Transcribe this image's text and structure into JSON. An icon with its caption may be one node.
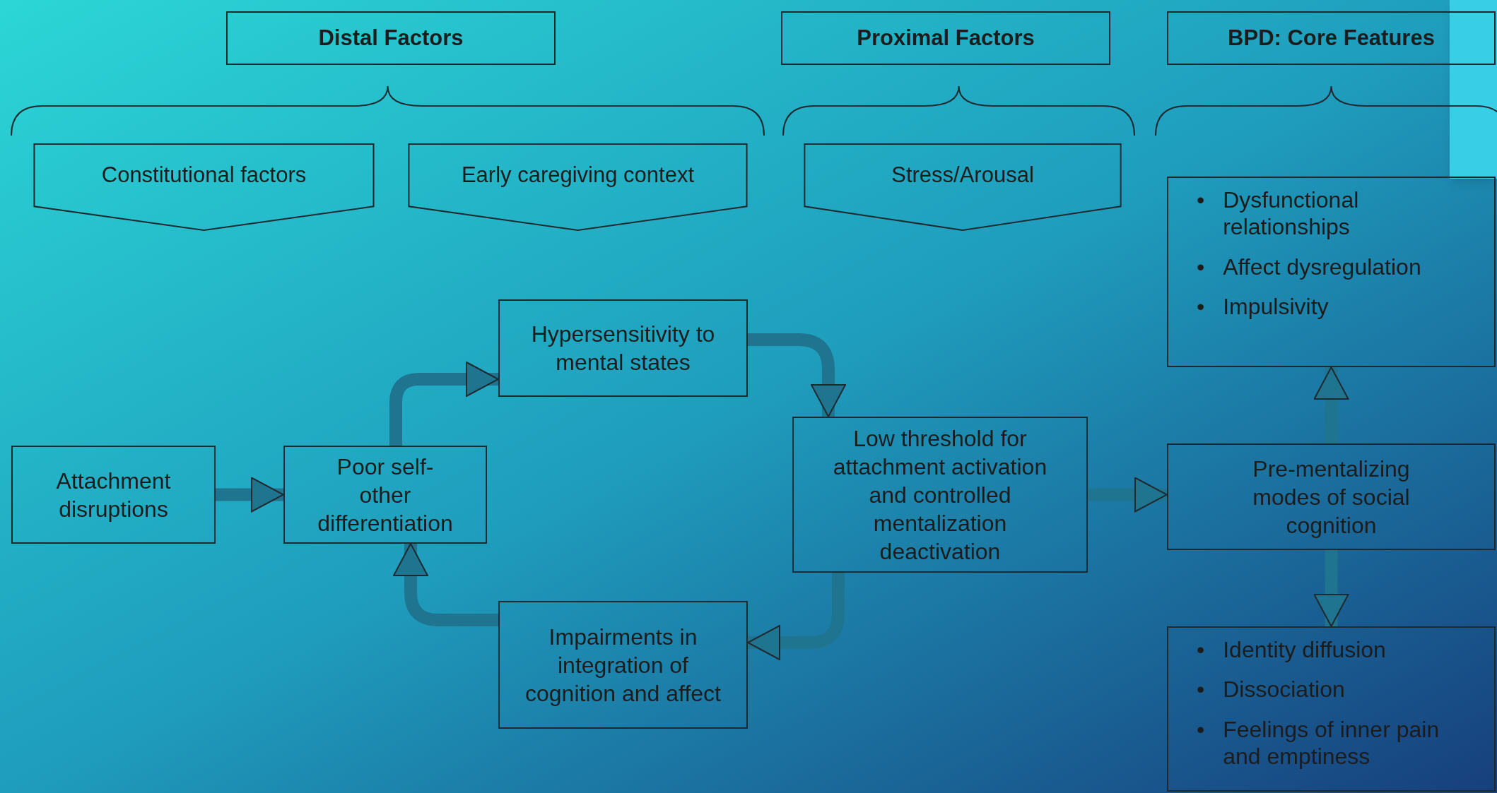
{
  "diagram": {
    "nodes": [
      {
        "text": [
          "Distal Factors"
        ]
      },
      {
        "text": [
          "Proximal Factors"
        ]
      },
      {
        "text": [
          "BPD: Core Features"
        ]
      },
      {
        "text": [
          "Constitutional factors"
        ]
      },
      {
        "text": [
          "Early caregiving context"
        ]
      },
      {
        "text": [
          "Stress/Arousal"
        ]
      },
      {
        "text": [
          "Dysfunctional relationships",
          "Affect dysregulation",
          "Impulsivity"
        ]
      },
      {
        "text": [
          "Hypersensitivity to mental states"
        ]
      },
      {
        "text": [
          "Low threshold for attachment activation and controlled mentalization deactivation"
        ]
      },
      {
        "text": [
          "Attachment disruptions"
        ]
      },
      {
        "text": [
          "Poor self-other differentiation"
        ]
      },
      {
        "text": [
          "Pre-mentalizing modes of social cognition"
        ]
      },
      {
        "text": [
          "Impairments in integration of cognition and affect"
        ]
      },
      {
        "text": [
          "Identity diffusion",
          "Dissociation",
          "Feelings of inner pain and emptiness"
        ]
      }
    ],
    "edges": [
      {
        "from": 9,
        "to": 10,
        "arrow": "to"
      },
      {
        "from": 10,
        "to": 7,
        "arrow": "to"
      },
      {
        "from": 7,
        "to": 8,
        "arrow": "to"
      },
      {
        "from": 8,
        "to": 12,
        "arrow": "to"
      },
      {
        "from": 12,
        "to": 10,
        "arrow": "to"
      },
      {
        "from": 8,
        "to": 11,
        "arrow": "to"
      },
      {
        "from": 11,
        "to": 6,
        "arrow": "to"
      },
      {
        "from": 11,
        "to": 13,
        "arrow": "to"
      }
    ],
    "labels": [
      "•",
      "•",
      "•",
      "•",
      "•",
      "•"
    ]
  }
}
